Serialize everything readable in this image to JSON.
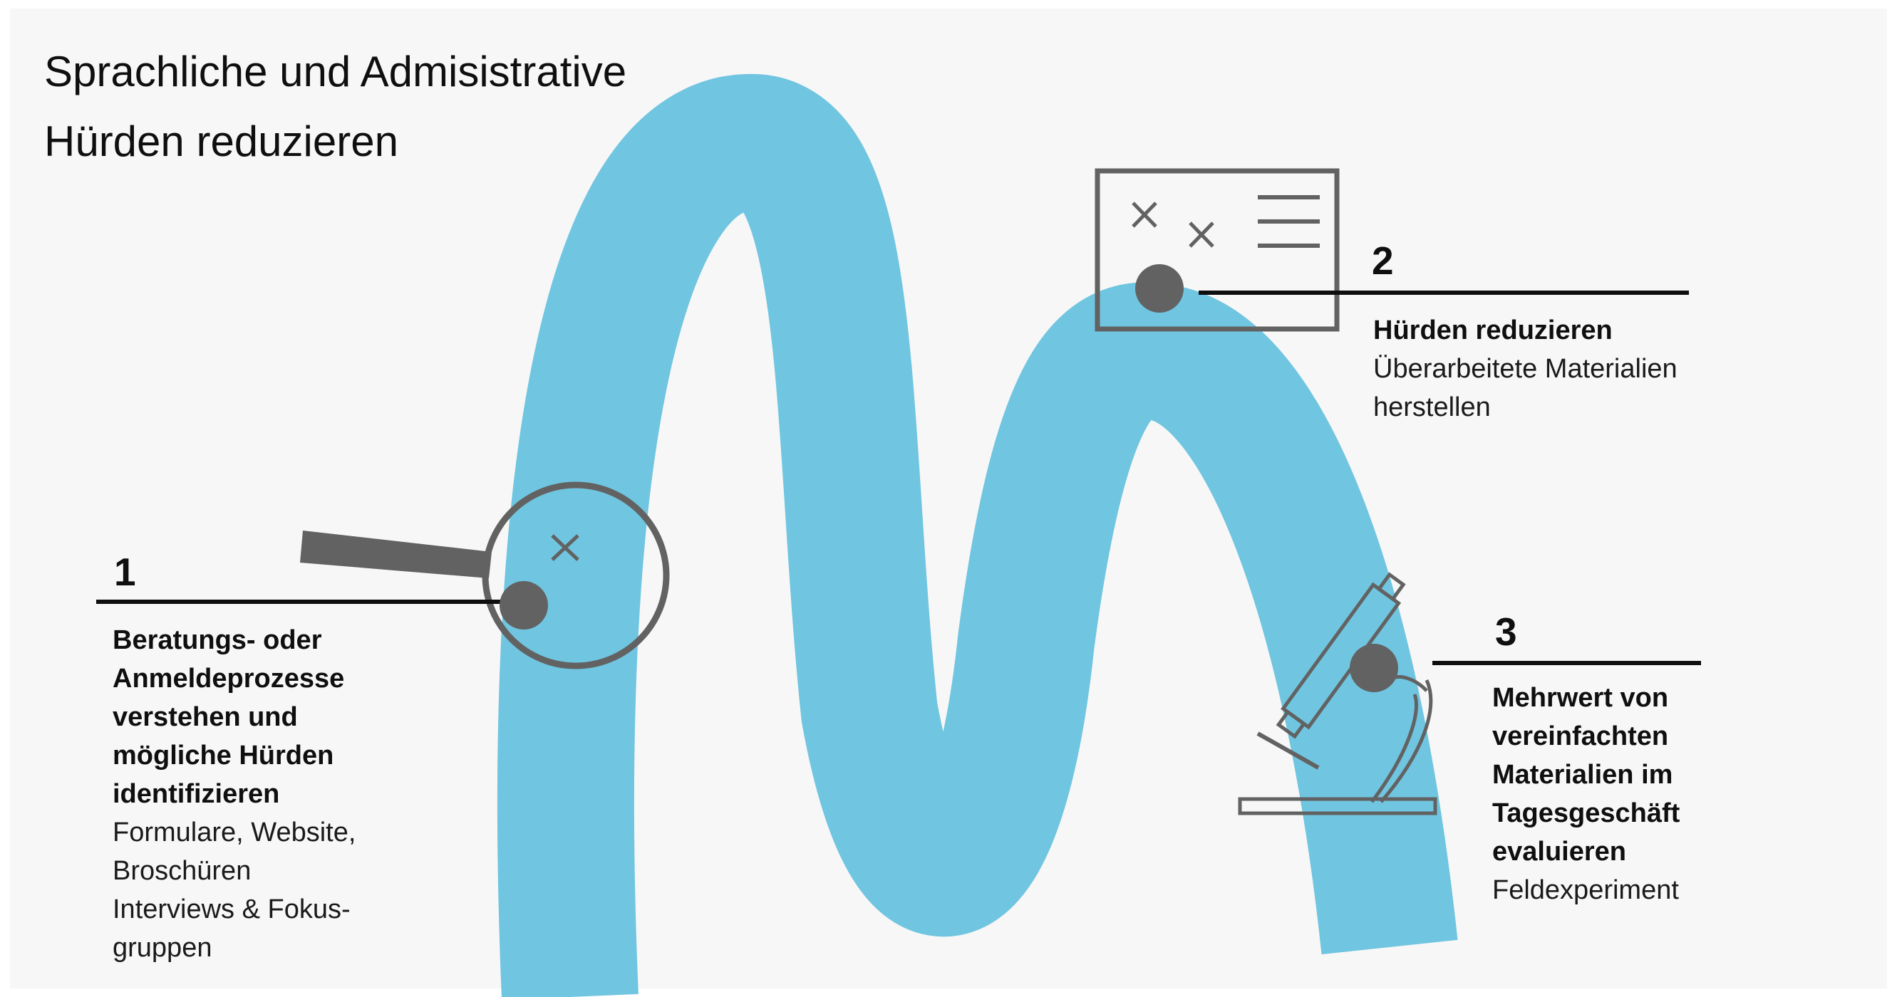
{
  "title": {
    "line1": "Sprachliche und Admisistrative",
    "line2": "Hürden reduzieren"
  },
  "colors": {
    "background": "#f7f7f7",
    "path": "#70c5e0",
    "icon": "#626262",
    "line": "#0f0f0f"
  },
  "steps": [
    {
      "number": "1",
      "heading_lines": [
        "Beratungs- oder",
        "Anmeldeprozesse",
        "verstehen und",
        "mögliche Hürden",
        "identifizieren"
      ],
      "description_lines": [
        "Formulare, Website,",
        "Broschüren",
        "Interviews & Fokus-",
        "gruppen"
      ],
      "icon": "magnifying-glass-icon"
    },
    {
      "number": "2",
      "heading_lines": [
        "Hürden reduzieren"
      ],
      "description_lines": [
        "Überarbeitete Materialien",
        "herstellen"
      ],
      "icon": "document-board-icon"
    },
    {
      "number": "3",
      "heading_lines": [
        "Mehrwert von",
        "vereinfachten",
        "Materialien im",
        "Tagesgeschäft",
        "evaluieren"
      ],
      "description_lines": [
        "Feldexperiment"
      ],
      "icon": "microscope-icon"
    }
  ]
}
